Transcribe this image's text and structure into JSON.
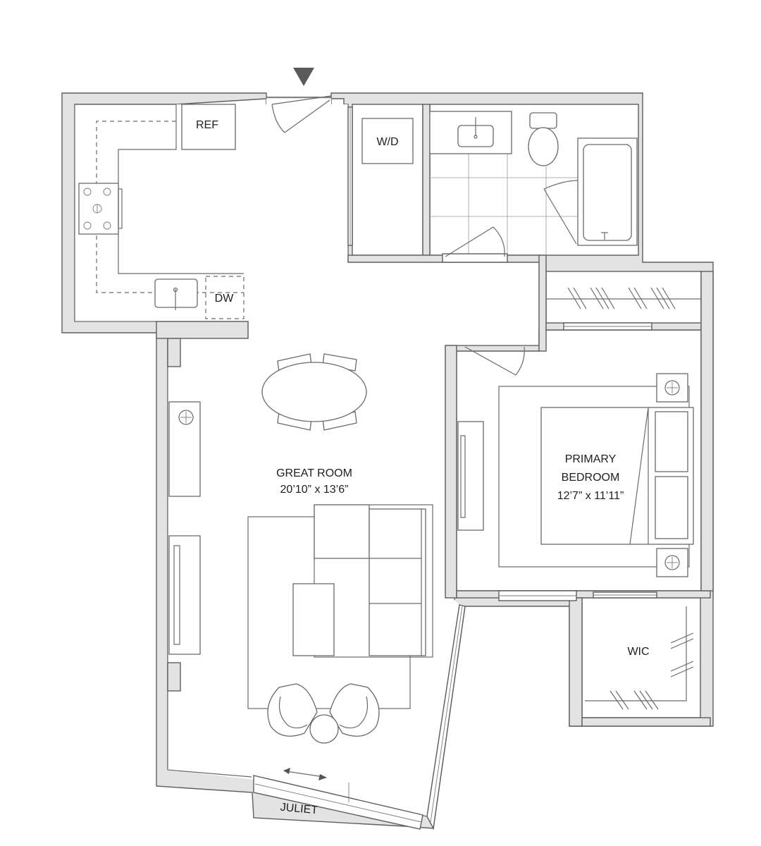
{
  "labels": {
    "ref": "REF",
    "wd": "W/D",
    "dw": "DW",
    "great_room_name": "GREAT ROOM",
    "great_room_dims": "20’10” x 13’6”",
    "bedroom_name_1": "PRIMARY",
    "bedroom_name_2": "BEDROOM",
    "bedroom_dims": "12’7” x 11’11”",
    "wic": "WIC",
    "juliet": "JULIET"
  },
  "colors": {
    "wall_fill": "#e3e3e3",
    "wall_stroke": "#5e5e5e",
    "entry_marker": "#5a5a5a"
  },
  "icons": {
    "entry": "entry-arrow-icon",
    "sliding_door": "double-arrow-icon"
  }
}
